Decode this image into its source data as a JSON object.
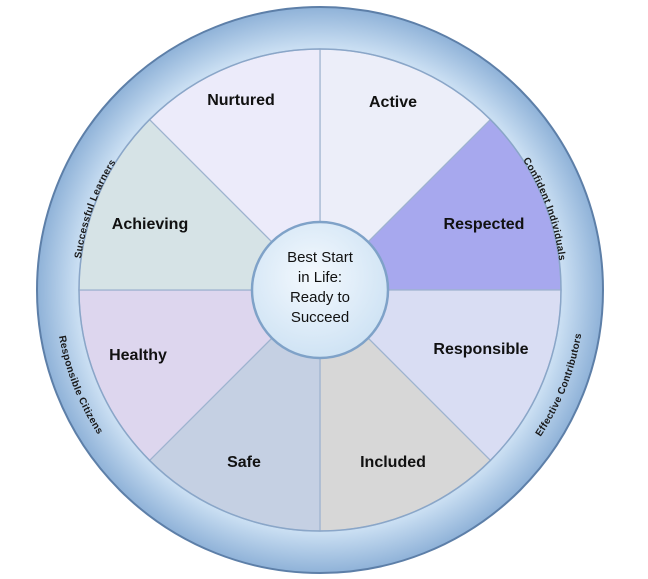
{
  "diagram": {
    "center": {
      "lines": [
        "Best Start",
        "in Life:",
        "Ready to",
        "Succeed"
      ]
    },
    "segments": [
      {
        "label": "Active",
        "color": "#eceef9"
      },
      {
        "label": "Respected",
        "color": "#a7a8ee"
      },
      {
        "label": "Responsible",
        "color": "#d9ddf3"
      },
      {
        "label": "Included",
        "color": "#d7d7d7"
      },
      {
        "label": "Safe",
        "color": "#c5d0e3"
      },
      {
        "label": "Healthy",
        "color": "#ddd6ee"
      },
      {
        "label": "Achieving",
        "color": "#d6e3e6"
      },
      {
        "label": "Nurtured",
        "color": "#ecebfa"
      }
    ],
    "ring_labels": [
      {
        "text": "Confident Individuals"
      },
      {
        "text": "Effective Contributors"
      },
      {
        "text": "Responsible Citizens"
      },
      {
        "text": "Successful Learners"
      }
    ],
    "colors": {
      "ring": "#a9c8e8",
      "ring_edge": "#5d7fa8",
      "divider": "#9eb3cf",
      "center_fill": "#dcebf8"
    }
  }
}
